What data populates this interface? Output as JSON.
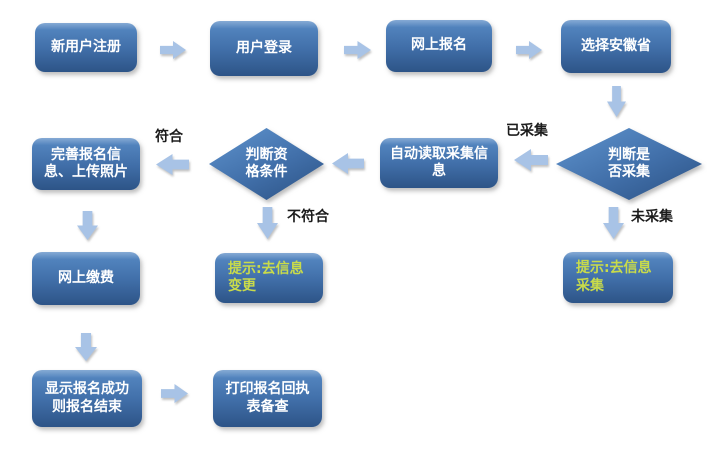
{
  "flowchart": {
    "nodes": {
      "register": {
        "label": "新用户注册"
      },
      "login": {
        "label": "用户登录"
      },
      "apply": {
        "label": "网上报名"
      },
      "select_province": {
        "label": "选择安徽省"
      },
      "check_collected": {
        "label": "判断是否采集"
      },
      "auto_read": {
        "label": "自动读取采集信息"
      },
      "check_qualification": {
        "label": "判断资格条件"
      },
      "complete_info": {
        "label": "完善报名信息、上传照片"
      },
      "prompt_change": {
        "label": "提示:去信息变更"
      },
      "prompt_collect": {
        "label": "提示:去信息采集"
      },
      "pay_online": {
        "label": "网上缴费"
      },
      "success_end": {
        "label": "显示报名成功则报名结束"
      },
      "print_receipt": {
        "label": "打印报名回执表备查"
      }
    },
    "edge_labels": {
      "collected": "已采集",
      "not_collected": "未采集",
      "qualified": "符合",
      "not_qualified": "不符合"
    },
    "colors": {
      "node_top": "#578ac4",
      "node_mid": "#416fa9",
      "node_bottom": "#2d5487",
      "arrow": "#a8c3e6",
      "node_text": "#ffffff",
      "prompt_text": "#c9db4a",
      "label_text": "#1c1c1c"
    }
  }
}
